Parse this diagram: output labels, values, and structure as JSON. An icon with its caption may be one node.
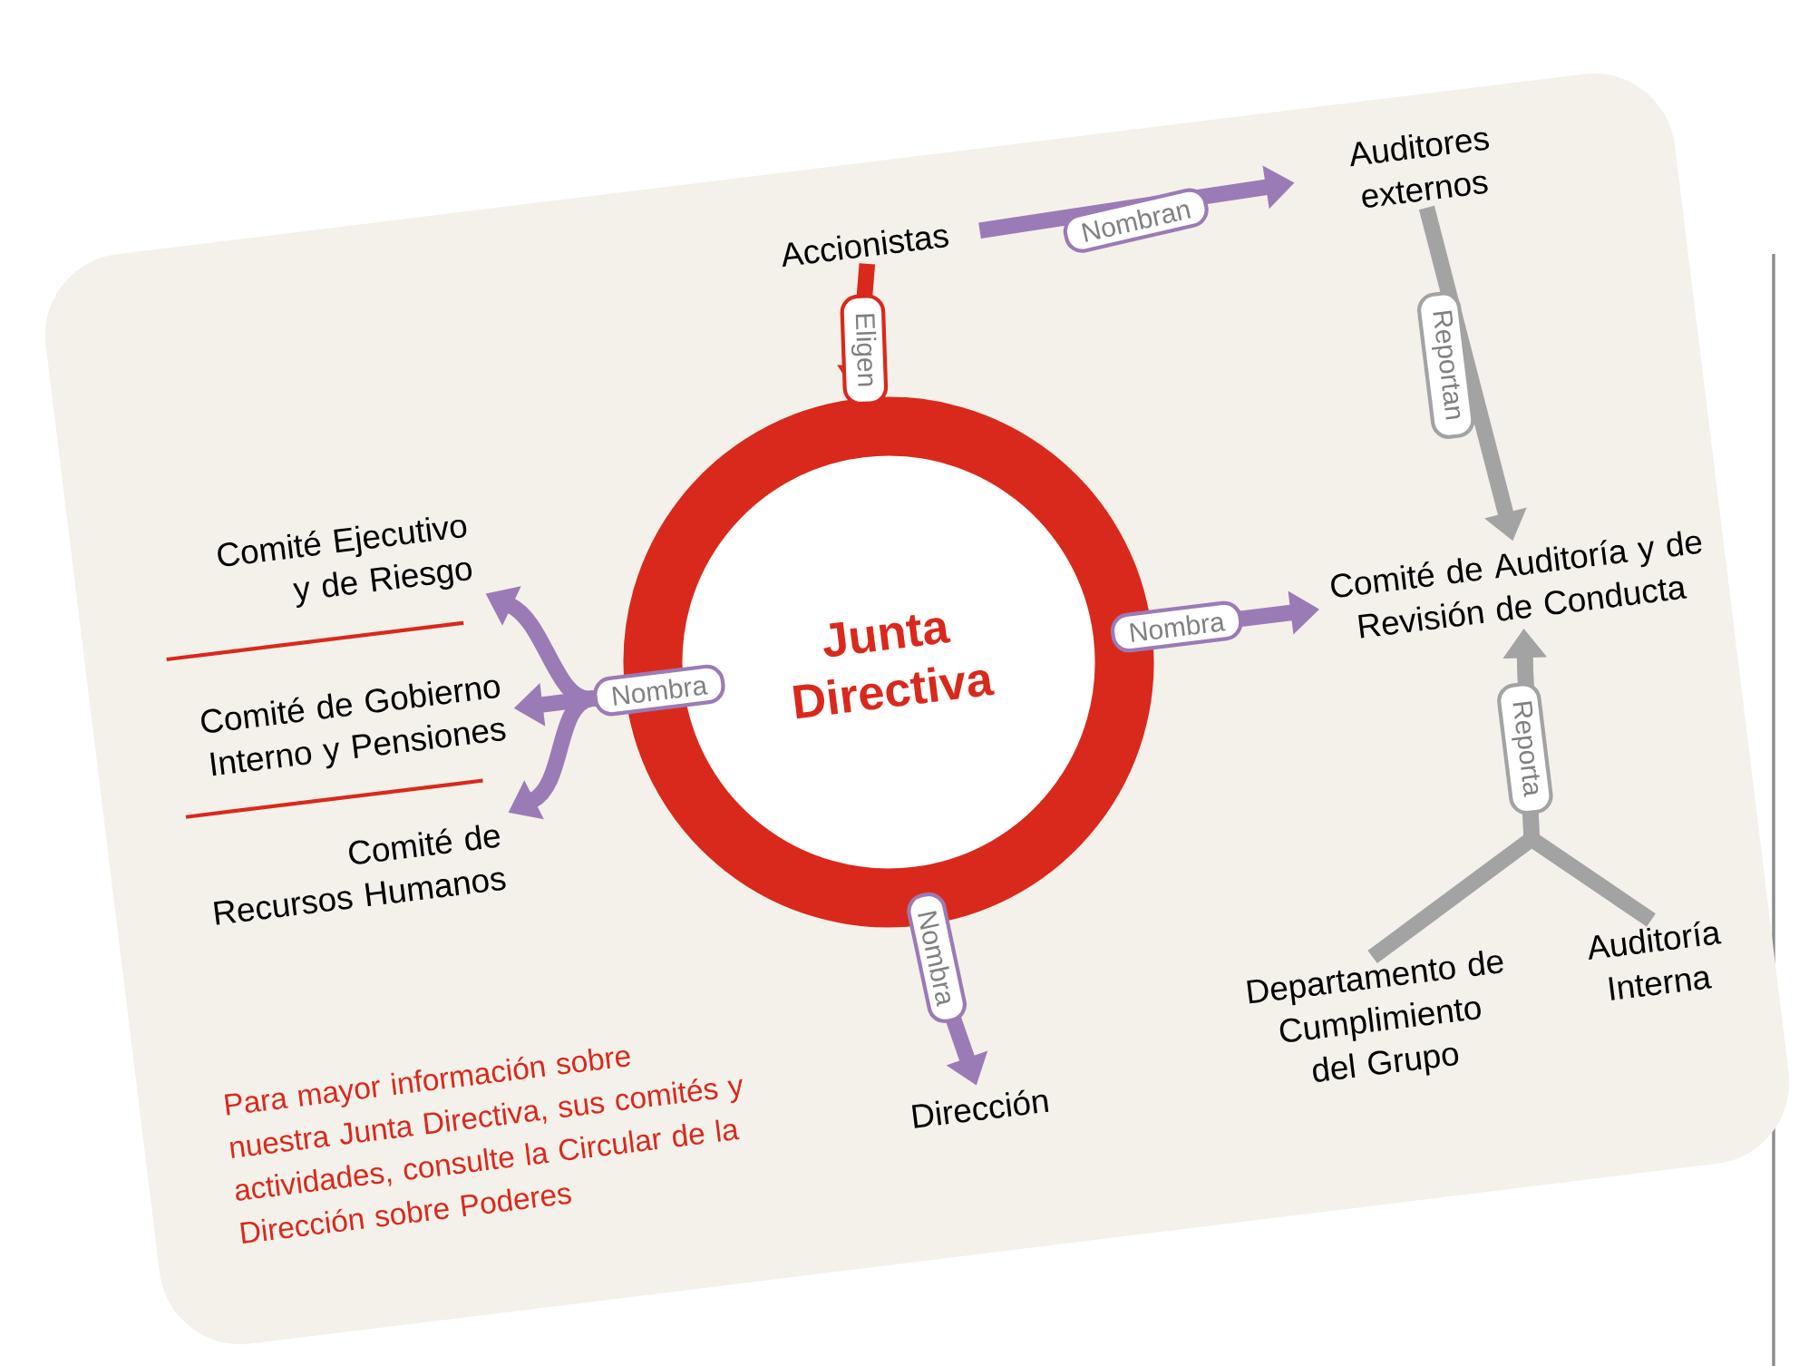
{
  "diagram": {
    "nodes": [
      {
        "text": [
          "Junta Directiva"
        ]
      },
      {
        "text": [
          "Accionistas"
        ]
      },
      {
        "text": [
          "Auditores externos"
        ]
      },
      {
        "text": [
          "Comité de Auditoría y de Revisión de Conducta"
        ]
      },
      {
        "text": [
          "Dirección"
        ]
      },
      {
        "text": [
          "Comité Ejecutivo y de Riesgo"
        ]
      },
      {
        "text": [
          "Comité de Gobierno Interno y Pensiones"
        ]
      },
      {
        "text": [
          "Comité de Recursos Humanos"
        ]
      },
      {
        "text": [
          "Departamento de Cumplimiento del Grupo"
        ]
      },
      {
        "text": [
          "Auditoría Interna"
        ]
      }
    ],
    "edges": [
      {
        "from": 1,
        "to": 0,
        "arrow": "to",
        "label": "Eligen",
        "color": "#d9291c"
      },
      {
        "from": 1,
        "to": 2,
        "arrow": "to",
        "label": "Nombran"
      },
      {
        "from": 2,
        "to": 3,
        "arrow": "to",
        "label": "Reportan",
        "color": "#a3a3a3"
      },
      {
        "from": 0,
        "to": 3,
        "arrow": "to",
        "label": "Nombra"
      },
      {
        "from": 0,
        "to": 4,
        "arrow": "to",
        "label": "Nombra"
      },
      {
        "from": 0,
        "to": 5,
        "arrow": "to"
      },
      {
        "from": 0,
        "to": 6,
        "arrow": "to",
        "label": "Nombra"
      },
      {
        "from": 0,
        "to": 7,
        "arrow": "to"
      },
      {
        "from": 8,
        "to": 3,
        "arrow": "to",
        "label": "Reporta",
        "color": "#a3a3a3"
      },
      {
        "from": 9,
        "to": 3,
        "arrow": "to",
        "color": "#a3a3a3"
      }
    ],
    "labels": [
      "Para mayor información sobre nuestra Junta Directiva, sus comités y actividades, consulte la Circular de la Dirección sobre Poderes"
    ]
  }
}
